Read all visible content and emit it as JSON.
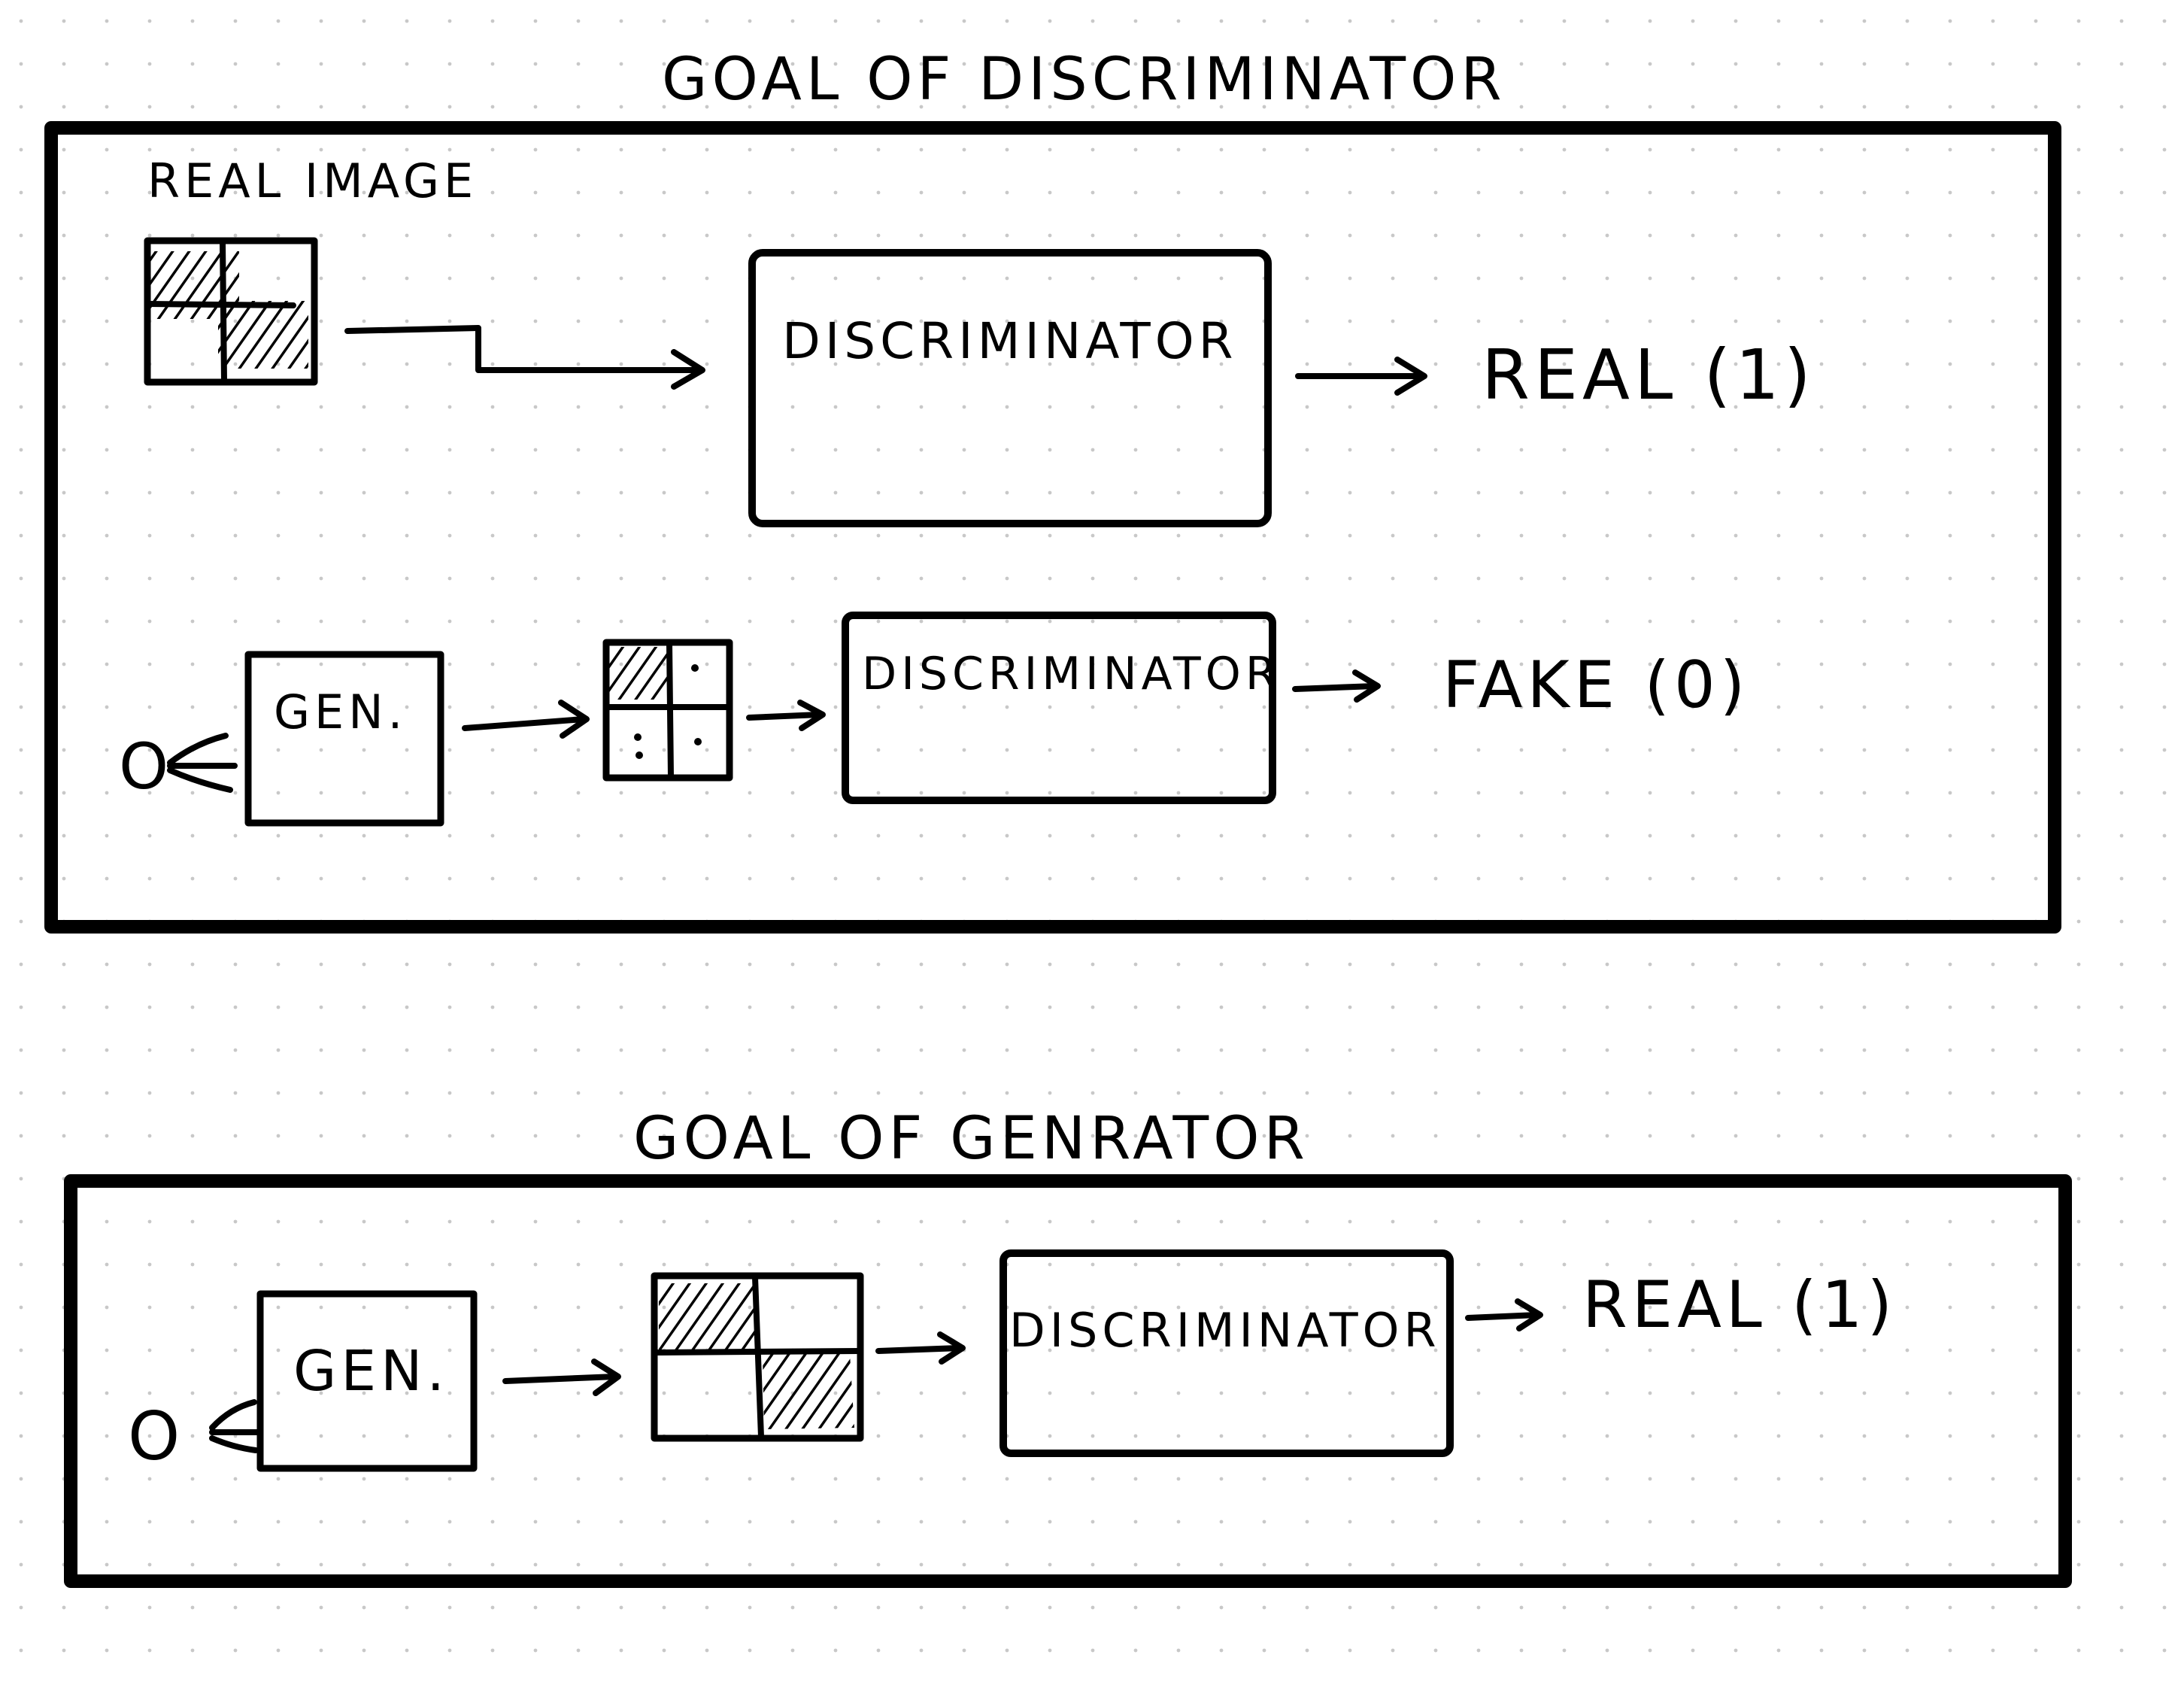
{
  "discriminator_section": {
    "title": "GOAL OF DISCRIMINATOR",
    "real_image_label": "REAL IMAGE",
    "discriminator_label": "DISCRIMINATOR",
    "real_output": "REAL (1)",
    "generator_label": "GEN.",
    "noise_symbol": "O",
    "fake_output": "FAKE (0)"
  },
  "generator_section": {
    "title": "GOAL OF GENRATOR",
    "generator_label": "GEN.",
    "noise_symbol": "O",
    "discriminator_label": "DISCRIMINATOR",
    "real_output": "REAL (1)"
  },
  "colors": {
    "ink": "#000000",
    "background": "#ffffff",
    "grid_dot": "#c8c8c8"
  }
}
